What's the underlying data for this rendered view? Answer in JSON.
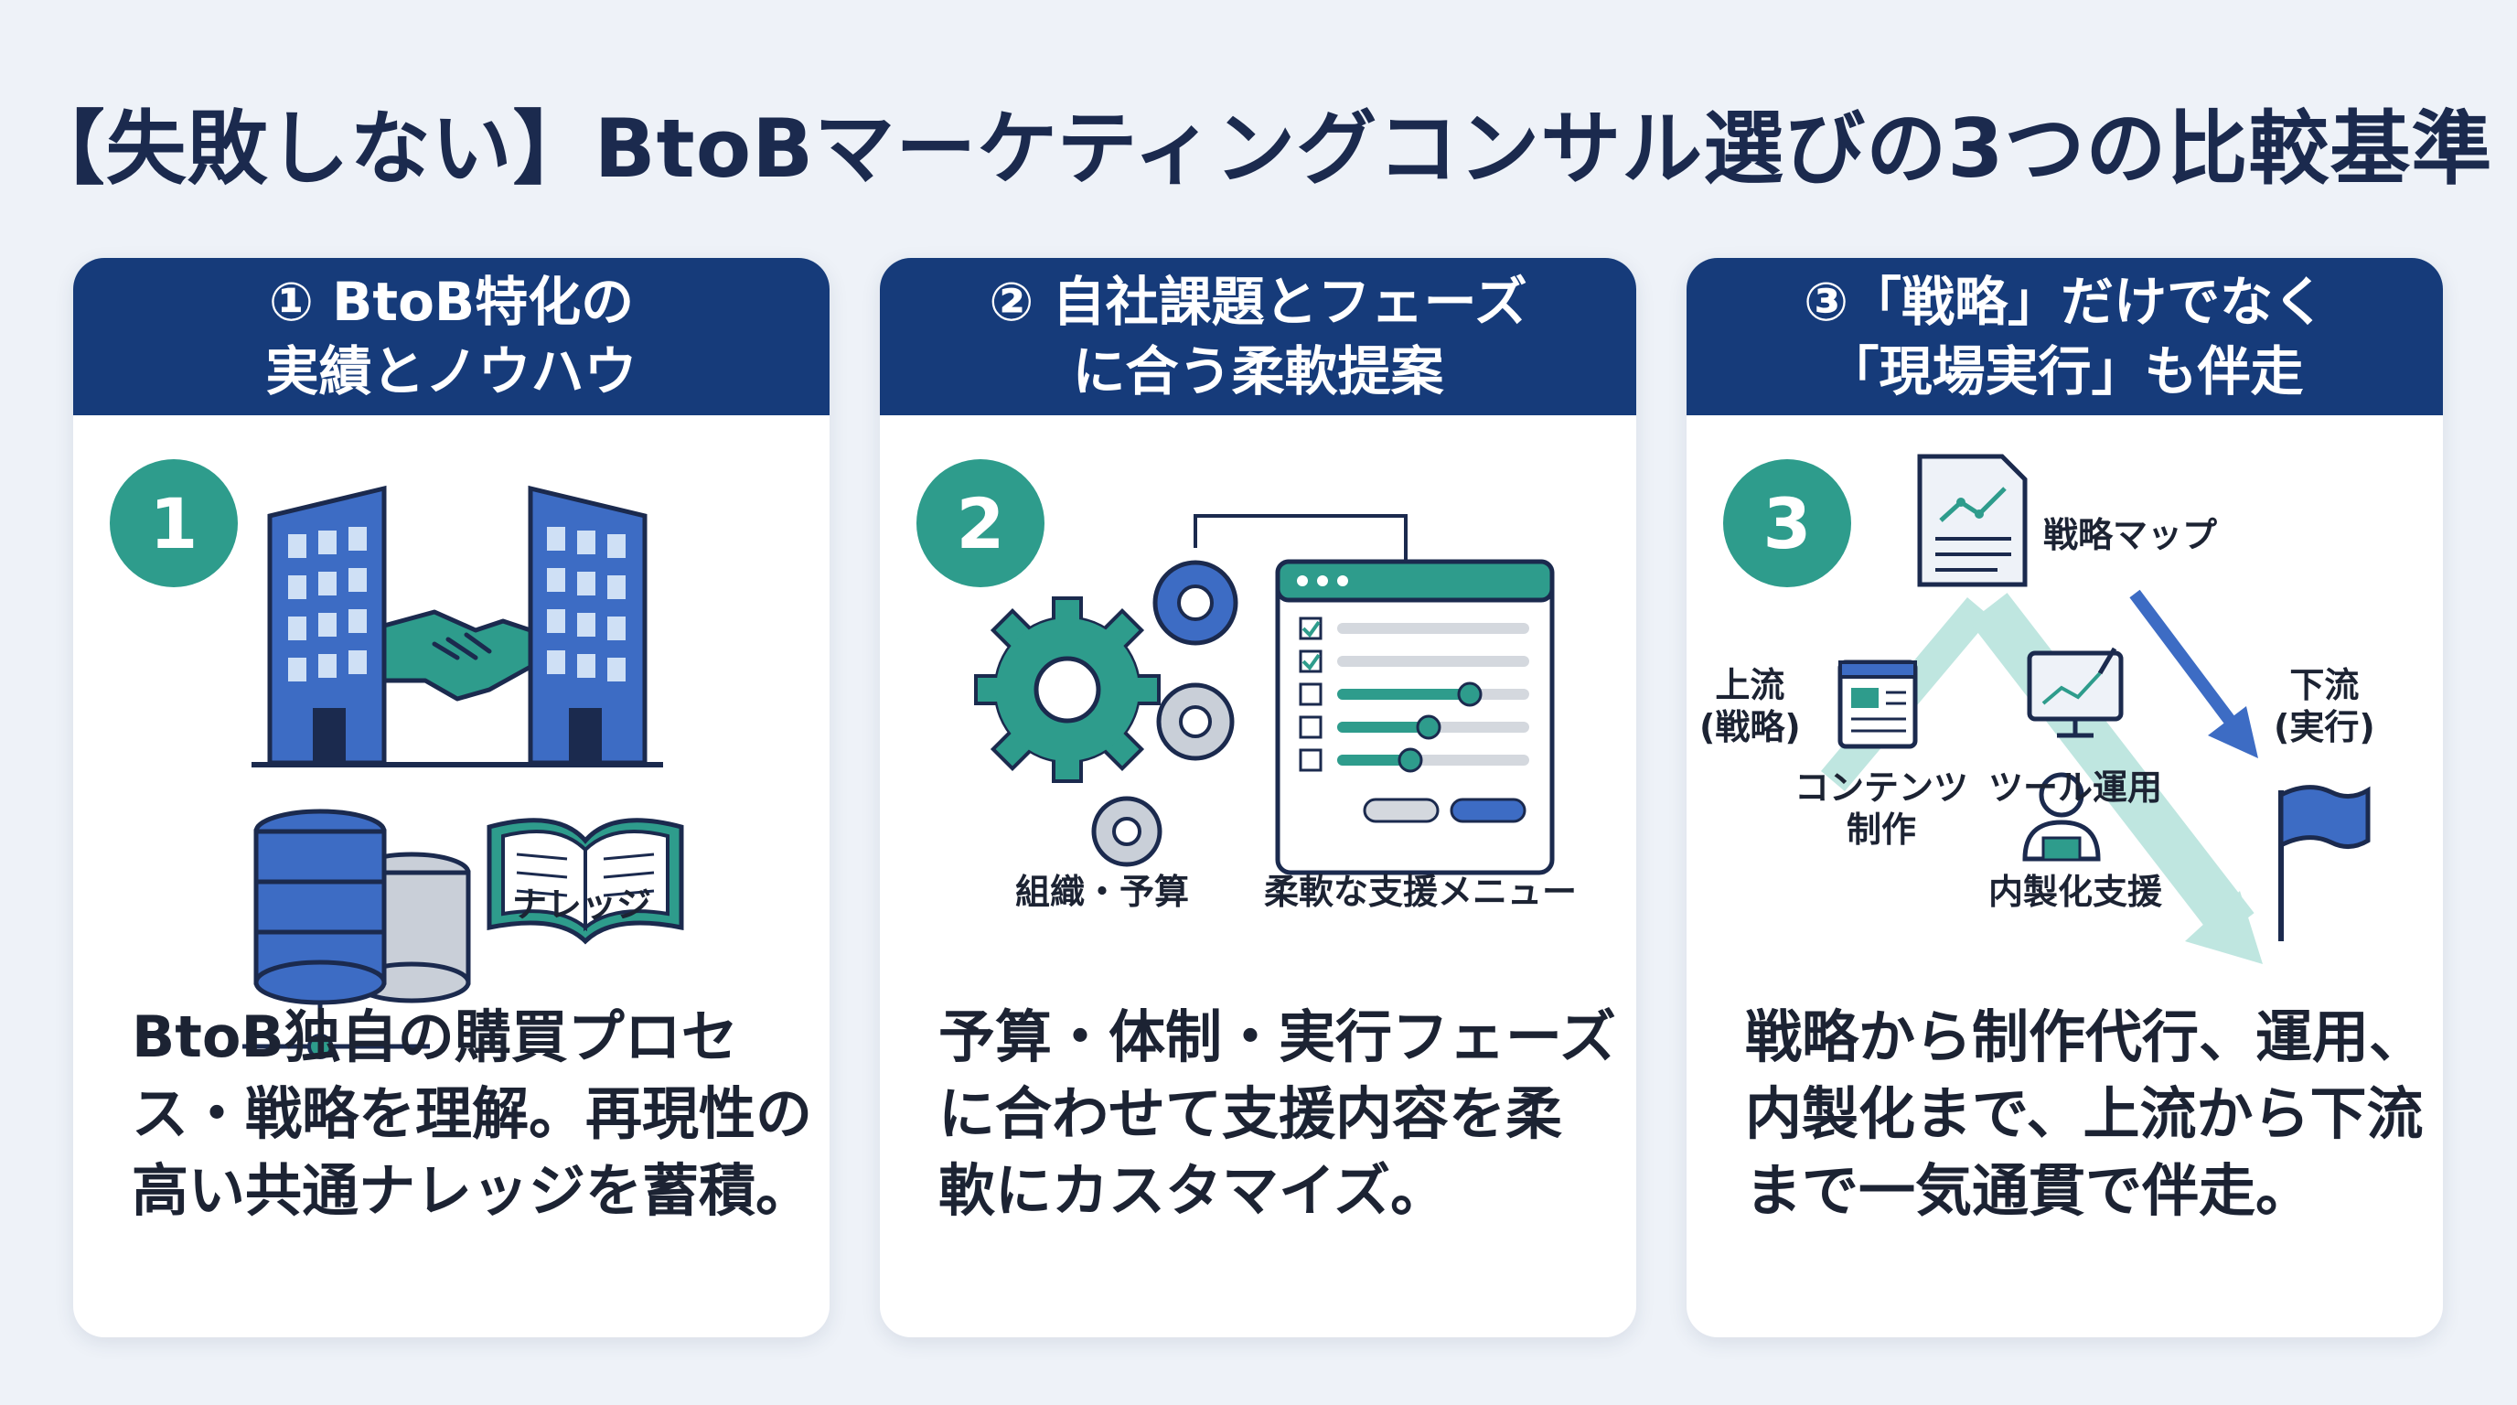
{
  "title": "【失敗しない】BtoBマーケティングコンサル選びの3つの比較基準",
  "cards": [
    {
      "header_line1": "① BtoB特化の",
      "header_line2": "実績とノウハウ",
      "badge": "1",
      "labels": {
        "knowledge": "ナレッジ"
      },
      "desc_lines": [
        "BtoB独自の購買プロセ",
        "ス・戦略を理解。再現性の",
        "高い共通ナレッジを蓄積。"
      ]
    },
    {
      "header_line1": "② 自社課題とフェーズ",
      "header_line2": "に合う柔軟提案",
      "badge": "2",
      "labels": {
        "org_budget": "組織・予算",
        "flex_menu": "柔軟な支援メニュー"
      },
      "desc_lines": [
        "予算・体制・実行フェーズ",
        "に合わせて支援内容を柔",
        "軟にカスタマイズ。"
      ]
    },
    {
      "header_line1": "③「戦略」だけでなく",
      "header_line2": "「現場実行」も伴走",
      "badge": "3",
      "labels": {
        "strategy_map": "戦略マップ",
        "upstream": "上流\n(戦略)",
        "downstream": "下流\n(実行)",
        "content": "コンテンツ\n制作",
        "tool": "ツール運用",
        "inhouse": "内製化支援"
      },
      "desc_lines": [
        "戦略から制作代行、運用、",
        "内製化まで、上流から下流",
        "まで一気通貫で伴走。"
      ]
    }
  ],
  "colors": {
    "navy": "#163b7a",
    "teal": "#2e9c8c",
    "blue": "#3d6cc4",
    "light_teal": "#bfe6e0"
  }
}
